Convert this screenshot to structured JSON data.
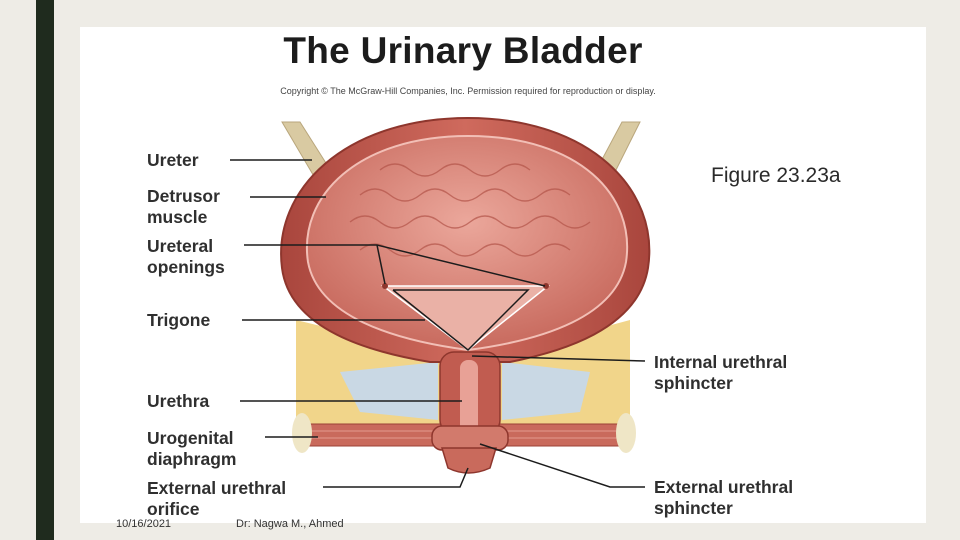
{
  "slide": {
    "title": "The Urinary Bladder",
    "copyright": "Copyright © The McGraw-Hill Companies, Inc. Permission required for reproduction or display.",
    "figure_ref": "Figure 23.23a",
    "footer_date": "10/16/2021",
    "footer_author": "Dr: Nagwa M., Ahmed"
  },
  "labels": {
    "ureter": "Ureter",
    "detrusor_1": "Detrusor",
    "detrusor_2": "muscle",
    "ureteral_1": "Ureteral",
    "ureteral_2": "openings",
    "trigone": "Trigone",
    "urethra": "Urethra",
    "urogenital_1": "Urogenital",
    "urogenital_2": "diaphragm",
    "ext_orifice_1": "External urethral",
    "ext_orifice_2": "orifice",
    "int_sphincter_1": "Internal urethral",
    "int_sphincter_2": "sphincter",
    "ext_sphincter_1": "External urethral",
    "ext_sphincter_2": "sphincter"
  },
  "colors": {
    "background": "#eeece6",
    "accent_bar": "#1f2b1e",
    "muscle": "#b8544a",
    "mucosa": "#e2958a",
    "fat": "#f1d58a",
    "ureter": "#d9caa2"
  }
}
